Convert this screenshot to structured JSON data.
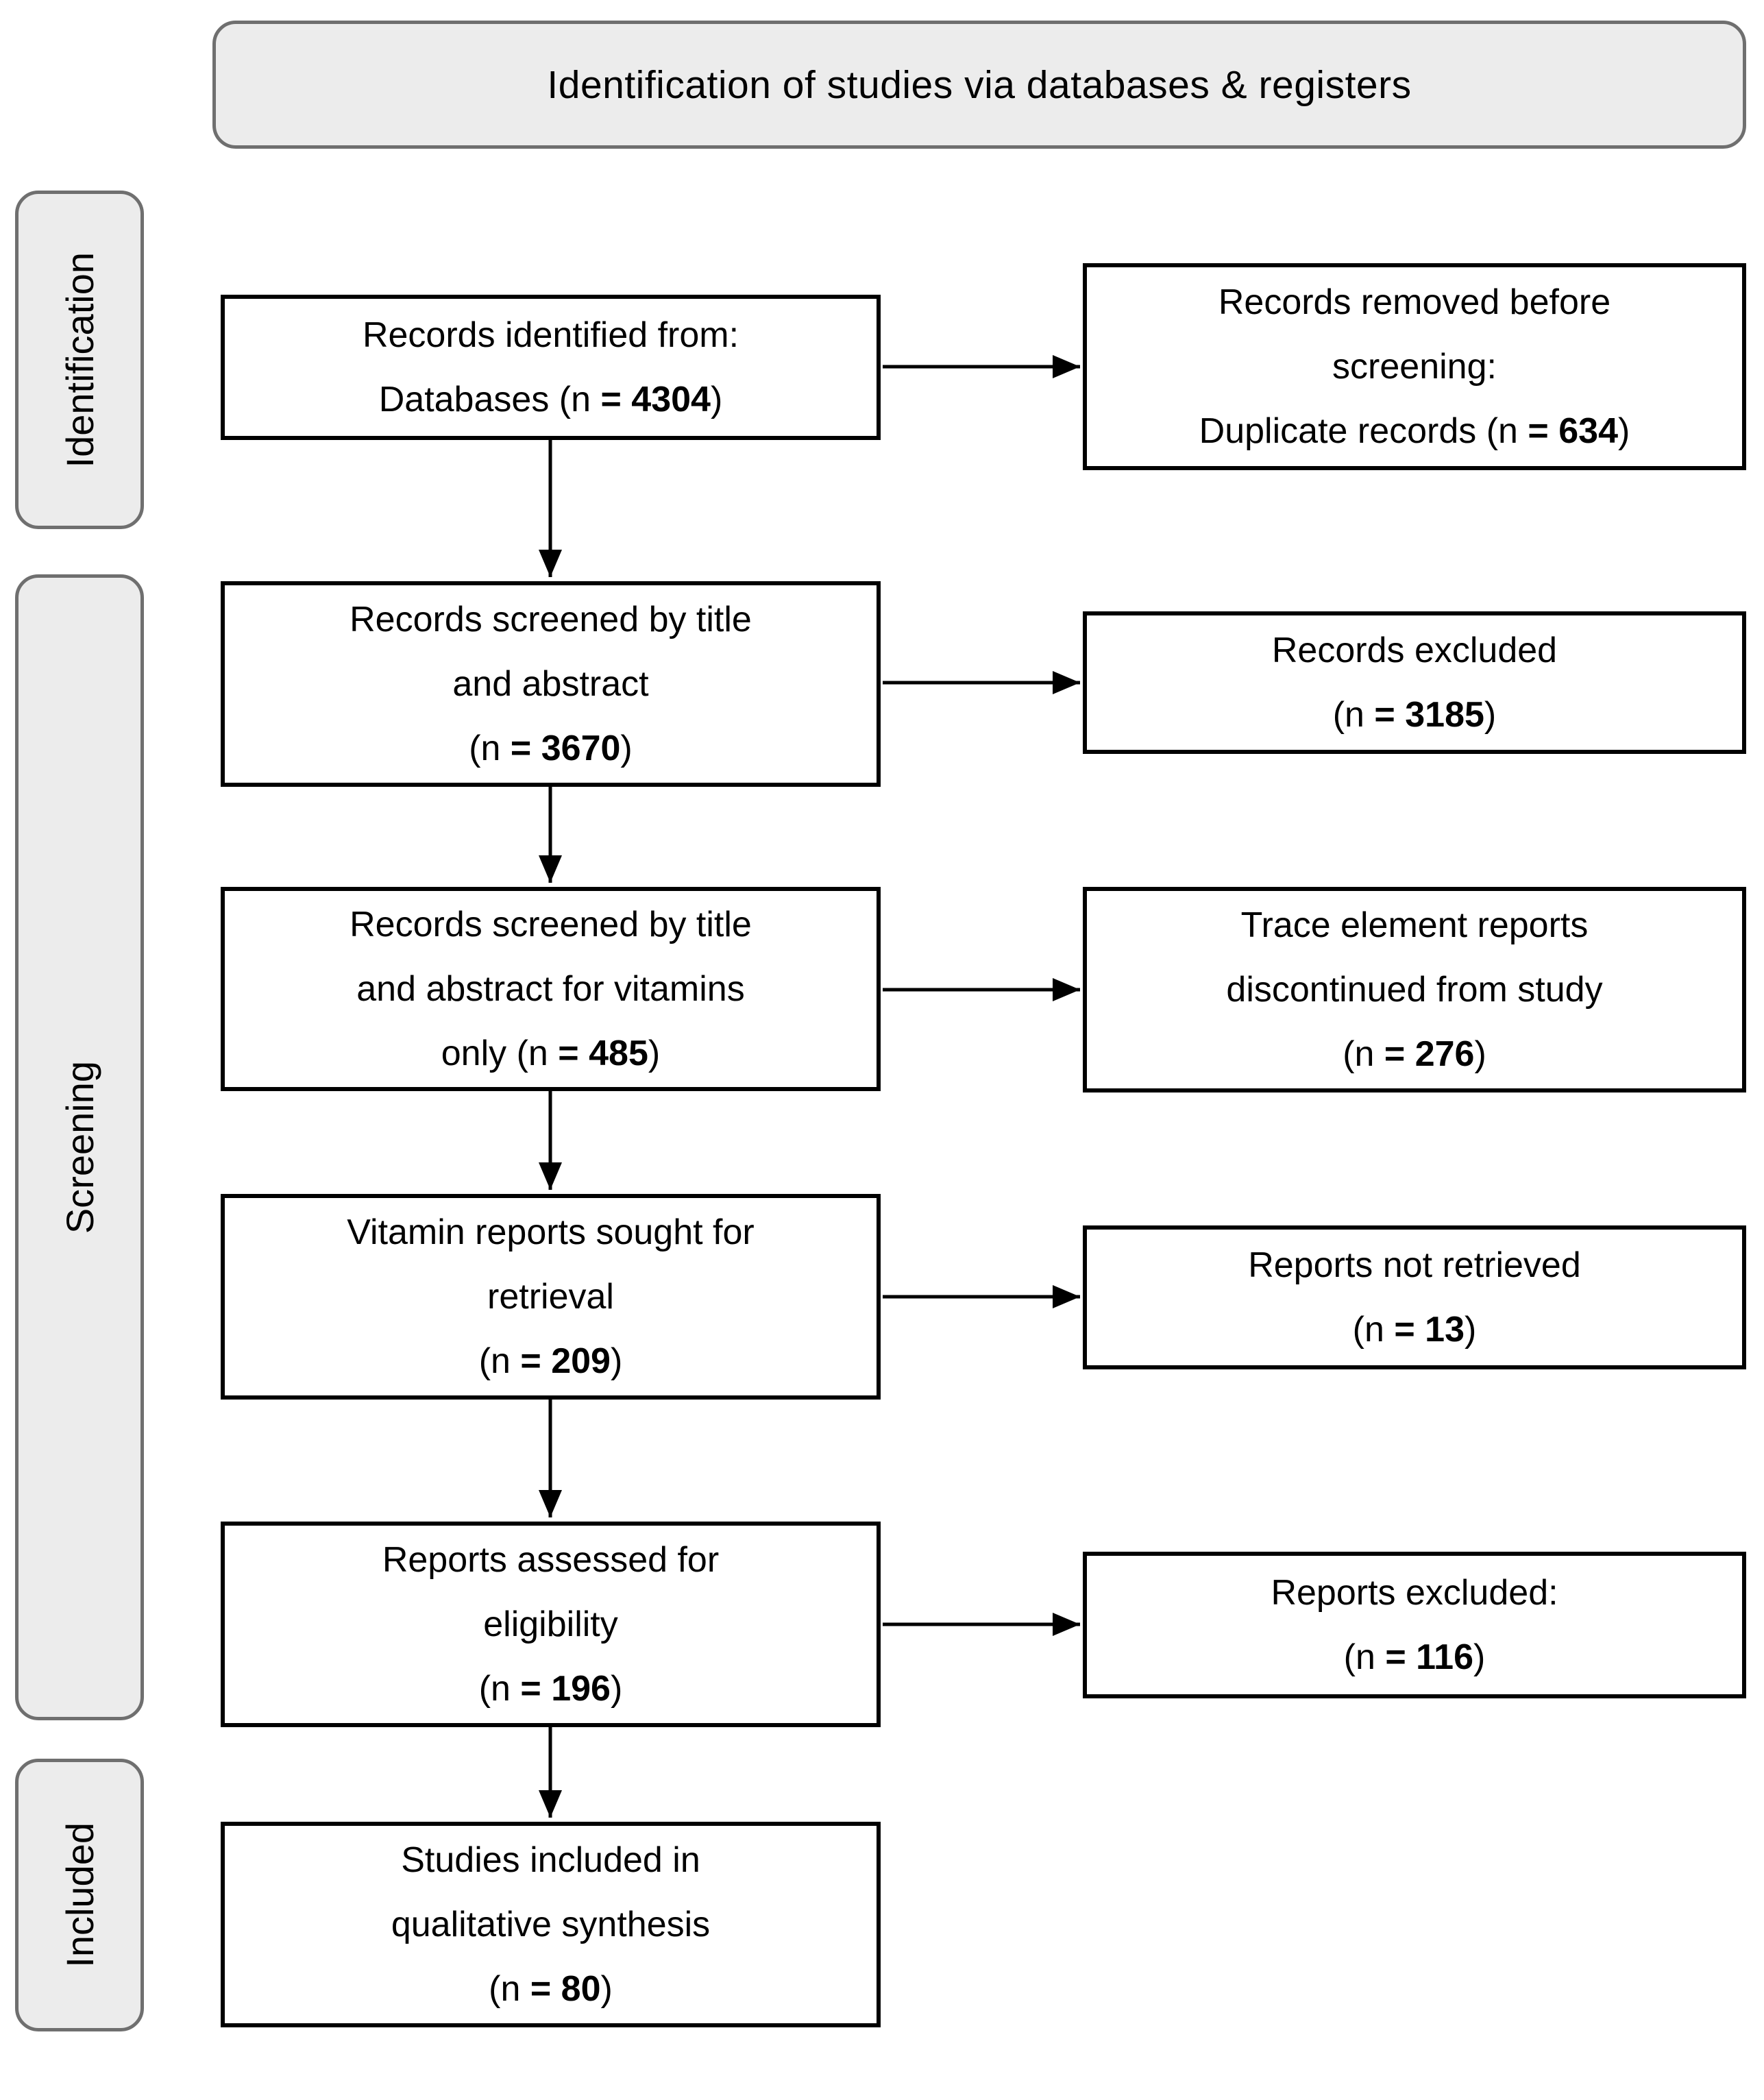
{
  "header": {
    "title": "Identification of studies via databases & registers"
  },
  "stages": [
    {
      "label": "Identification"
    },
    {
      "label": "Screening"
    },
    {
      "label": "Included"
    }
  ],
  "flow": {
    "main": [
      {
        "text": "Records identified from:\nDatabases (n ",
        "n": "= 4304",
        "close": ")"
      },
      {
        "text": "Records screened by title\nand abstract\n(n ",
        "n": "= 3670",
        "close": ")"
      },
      {
        "text": "Records screened by title\nand abstract for vitamins\nonly (n ",
        "n": "= 485",
        "close": ")"
      },
      {
        "text": "Vitamin reports sought for\nretrieval\n(n ",
        "n": "= 209",
        "close": ")"
      },
      {
        "text": "Reports assessed for\neligibility\n(n ",
        "n": "= 196",
        "close": ")"
      },
      {
        "text": "Studies included in\nqualitative synthesis\n(n ",
        "n": "= 80",
        "close": ")"
      }
    ],
    "side": [
      {
        "text": "Records removed before\nscreening:\nDuplicate records (n ",
        "n": "= 634",
        "close": ")"
      },
      {
        "text": "Records excluded\n(n ",
        "n": "= 3185",
        "close": ")"
      },
      {
        "text": "Trace element reports\ndiscontinued from study\n(n ",
        "n": "= 276",
        "close": ")"
      },
      {
        "text": "Reports not retrieved\n(n ",
        "n": "= 13",
        "close": ")"
      },
      {
        "text": "Reports excluded:\n(n ",
        "n": "= 116",
        "close": ")"
      }
    ]
  },
  "colors": {
    "banner_fill": "#ececec",
    "banner_border": "#6f6f6f",
    "box_border": "#000000",
    "box_fill": "#ffffff",
    "text_color": "#000000"
  }
}
